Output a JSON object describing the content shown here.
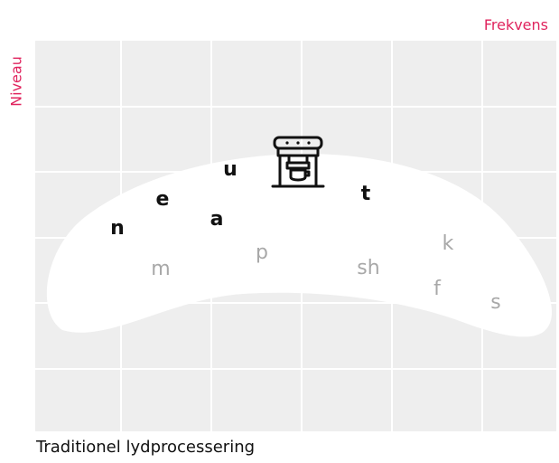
{
  "colors": {
    "accent": "#e0245e",
    "grid_background": "#eeeeee",
    "grid_lines": "#ffffff",
    "blob": "#ffffff",
    "voiced_text": "#111111",
    "unvoiced_text": "#a8a8a8",
    "icon": "#111111"
  },
  "axes": {
    "x_label": "Frekvens",
    "y_label": "Niveau"
  },
  "icon": "espresso-machine-icon",
  "phonemes": {
    "n": "n",
    "e": "e",
    "u": "u",
    "a": "a",
    "t": "t",
    "m": "m",
    "p": "p",
    "sh": "sh",
    "k": "k",
    "f": "f",
    "s": "s"
  },
  "caption": "Traditionel lydprocessering"
}
